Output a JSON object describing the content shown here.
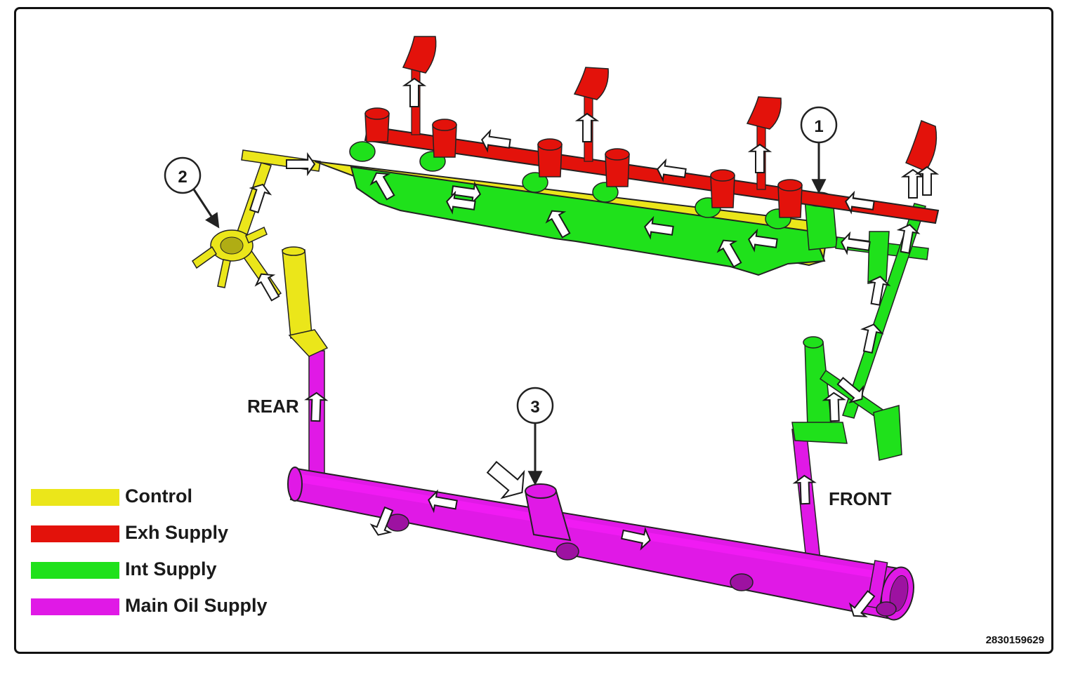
{
  "colors": {
    "control": "#ebe61a",
    "exhaust": "#e3120b",
    "intake": "#1fe11b",
    "main": "#e019e6",
    "outline": "#222222"
  },
  "callouts": [
    "1",
    "2",
    "3"
  ],
  "labels": {
    "rear": "REAR",
    "front": "FRONT"
  },
  "legend": [
    {
      "name": "Control",
      "color": "#ebe61a"
    },
    {
      "name": "Exh Supply",
      "color": "#e3120b"
    },
    {
      "name": "Int Supply",
      "color": "#1fe11b"
    },
    {
      "name": "Main Oil Supply",
      "color": "#e019e6"
    }
  ],
  "figure_id": "2830159629",
  "icons": [
    "flow-arrow-icon",
    "callout-pointer-icon"
  ]
}
